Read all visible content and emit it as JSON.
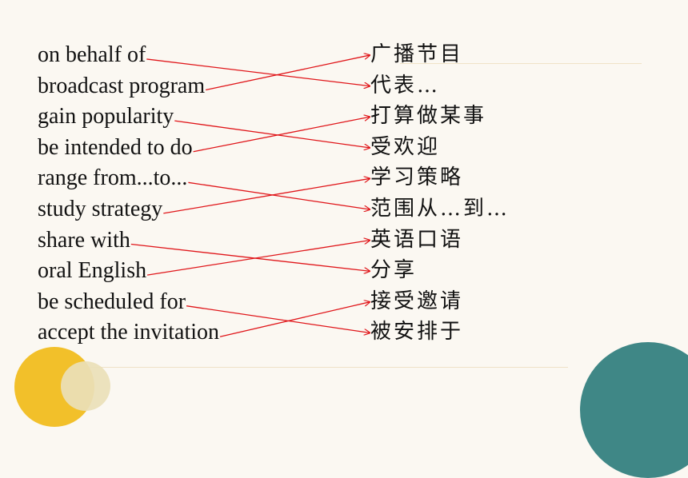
{
  "english_phrases": [
    "on behalf of",
    "broadcast program",
    "gain popularity",
    "be intended to do",
    "range from...to...",
    "study strategy",
    "share with",
    "oral English",
    "be scheduled for",
    "accept the invitation"
  ],
  "chinese_meanings": [
    "广播节目",
    "代表…",
    "打算做某事",
    "受欢迎",
    "学习策略",
    "范围从…到…",
    "英语口语",
    "分享",
    "接受邀请",
    "被安排于"
  ],
  "matches": [
    1,
    0,
    3,
    2,
    5,
    4,
    7,
    6,
    9,
    8
  ],
  "colors": {
    "arrow": "#e0161a",
    "text": "#111111",
    "accent_yellow": "#f2c02a",
    "accent_teal": "#3f8786",
    "background": "#fbf8f2"
  }
}
